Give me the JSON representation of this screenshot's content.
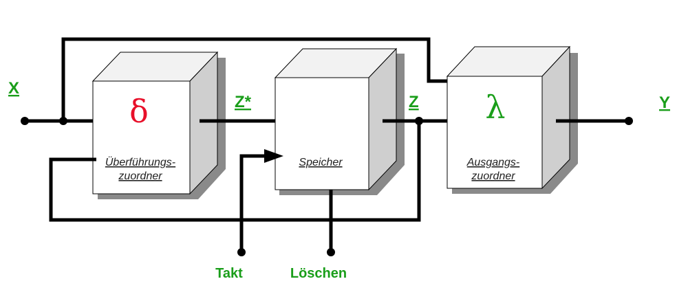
{
  "inputs": {
    "x": "X",
    "y": "Y",
    "z_star": "Z*",
    "z": "Z"
  },
  "blocks": {
    "transfer": {
      "symbol": "δ",
      "label_line1": "Überführungs-",
      "label_line2": "zuordner",
      "symbol_color": "#e8102a"
    },
    "memory": {
      "label": "Speicher"
    },
    "output": {
      "symbol": "λ",
      "label_line1": "Ausgangs-",
      "label_line2": "zuordner",
      "symbol_color": "#1a9e1a"
    }
  },
  "controls": {
    "clock": "Takt",
    "clear": "Löschen"
  },
  "colors": {
    "signal_text": "#1a9e1a"
  }
}
